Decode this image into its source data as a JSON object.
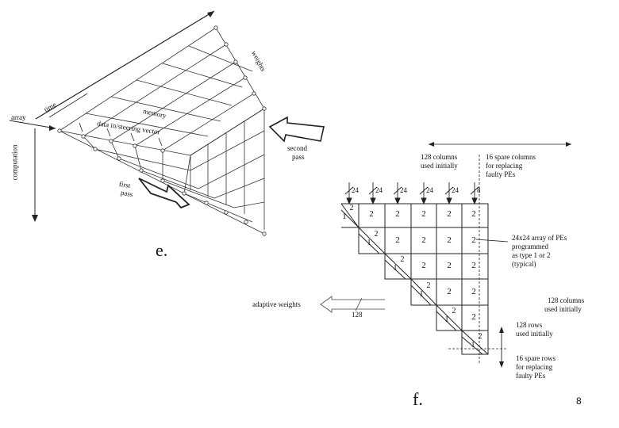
{
  "figure_e": {
    "label": "e.",
    "axes": {
      "time": "time",
      "array": "array",
      "computation": "computation",
      "weights": "weights"
    },
    "annotations": {
      "memory": "memory",
      "data_vector": "data in/steering vector",
      "second_pass": [
        "second",
        "pass"
      ],
      "first_pass": [
        "first",
        "pass"
      ]
    }
  },
  "figure_f": {
    "label": "f.",
    "top_left_note": [
      "128 columns",
      "used initially"
    ],
    "top_right_note": [
      "16 spare columns",
      "for replacing",
      "faulty PEs"
    ],
    "input_labels": [
      "24",
      "24",
      "24",
      "24",
      "24",
      "8"
    ],
    "cell_value": "2",
    "diag_values": [
      "2",
      "1"
    ],
    "array_note": [
      "24x24 array of PEs",
      "programmed",
      "as type 1 or 2",
      "(typical)"
    ],
    "cols_note": [
      "128 columns",
      "used initially"
    ],
    "output_label": "adaptive weights",
    "output_count": "128",
    "rows_note": [
      "128 rows",
      "used initially"
    ],
    "spare_rows_note": [
      "16 spare rows",
      "for replacing",
      "faulty PEs"
    ]
  },
  "page_number": "8"
}
